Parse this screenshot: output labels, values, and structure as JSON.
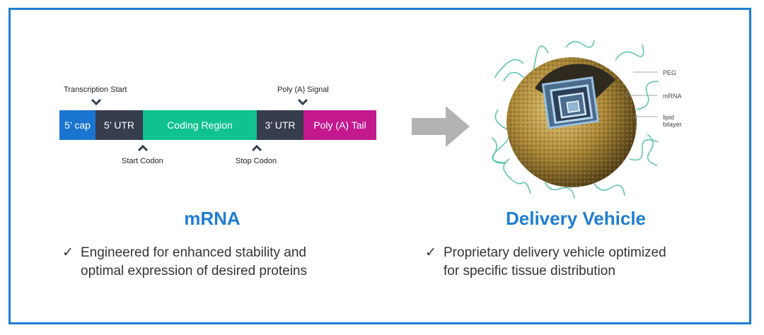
{
  "mrna": {
    "segments": [
      "5’ cap",
      "5’ UTR",
      "Coding Region",
      "3’ UTR",
      "Poly (A) Tail"
    ],
    "transcription_start": "Transcription Start",
    "poly_a_signal": "Poly (A) Signal",
    "start_codon": "Start Codon",
    "stop_codon": "Stop Codon",
    "title": "mRNA",
    "bullet_line1": "Engineered for enhanced stability and",
    "bullet_line2": "optimal expression of desired proteins"
  },
  "delivery": {
    "labels": {
      "peg": "PEG",
      "mrna": "mRNA",
      "lipid1": "lipid",
      "lipid2": "bilayer"
    },
    "title": "Delivery Vehicle",
    "bullet_line1": "Proprietary delivery vehicle optimized",
    "bullet_line2": "for specific tissue distribution"
  },
  "check_mark": "✓",
  "colors": {
    "frame": "#1e7ed0",
    "cap": "#1a75d1",
    "utr": "#363d4c",
    "coding": "#10c28e",
    "tail": "#c3188e",
    "arrow": "#b3b3b3"
  }
}
